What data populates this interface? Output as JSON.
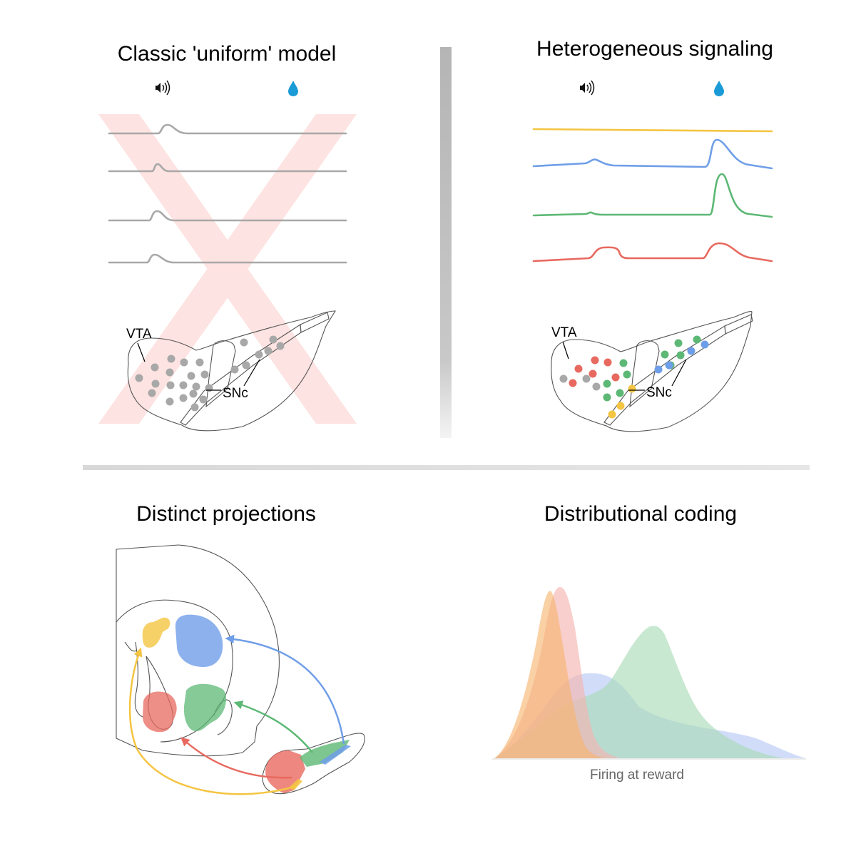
{
  "panels": {
    "uniform": {
      "title": "Classic 'uniform' model"
    },
    "heterogeneous": {
      "title": "Heterogeneous signaling"
    },
    "projections": {
      "title": "Distinct projections"
    },
    "distributional": {
      "title": "Distributional coding",
      "xlabel": "Firing at reward"
    }
  },
  "labels": {
    "vta": "VTA",
    "snc": "SNc"
  },
  "icons": {
    "cue": "speaker-icon",
    "reward": "water-drop-icon"
  },
  "colors": {
    "gray": "#a8a8a8",
    "yellow": "#f4c542",
    "blue": "#6f9ee8",
    "green": "#5cb874",
    "red": "#e8695f",
    "cross": "#fde3e1",
    "drop": "#1a9bd7",
    "orange": "#f7b36e"
  }
}
